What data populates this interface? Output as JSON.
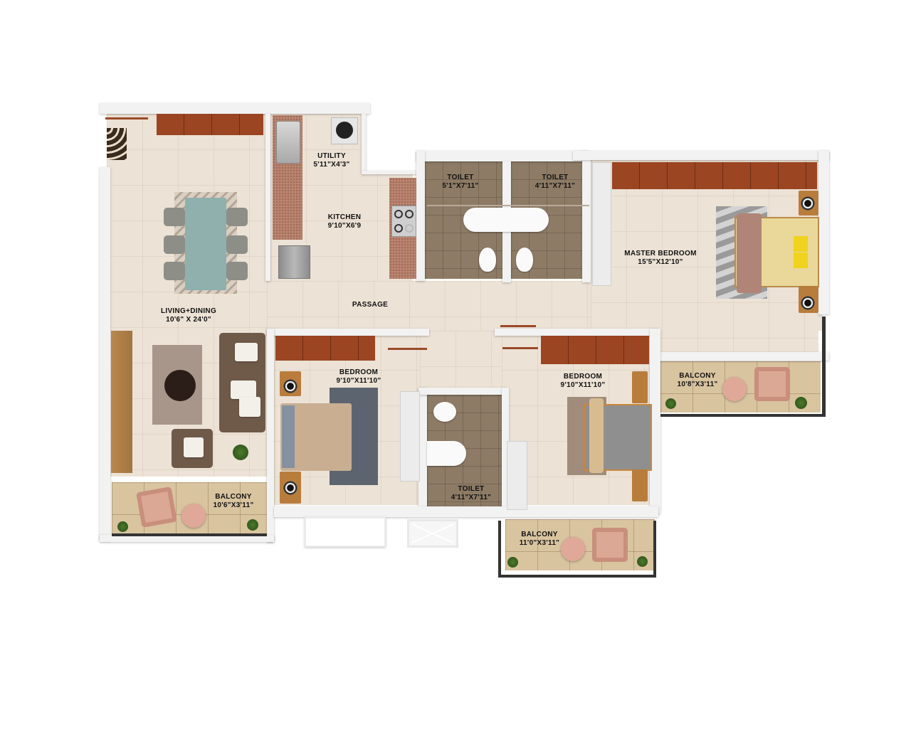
{
  "plan": {
    "type": "3BHK apartment floor plan",
    "rooms": [
      {
        "id": "living_dining",
        "name": "LIVING+DINING",
        "dimensions": "10'6\" X 24'0\""
      },
      {
        "id": "utility",
        "name": "UTILITY",
        "dimensions": "5'11\"X4'3\""
      },
      {
        "id": "kitchen",
        "name": "KITCHEN",
        "dimensions": "9'10\"X6'9"
      },
      {
        "id": "toilet_1",
        "name": "TOILET",
        "dimensions": "5'1\"X7'11\""
      },
      {
        "id": "toilet_2",
        "name": "TOILET",
        "dimensions": "4'11\"X7'11\""
      },
      {
        "id": "master_bedroom",
        "name": "MASTER BEDROOM",
        "dimensions": "15'5\"X12'10\""
      },
      {
        "id": "passage",
        "name": "PASSAGE",
        "dimensions": ""
      },
      {
        "id": "bedroom_1",
        "name": "BEDROOM",
        "dimensions": "9'10\"X11'10\""
      },
      {
        "id": "toilet_3",
        "name": "TOILET",
        "dimensions": "4'11\"X7'11\""
      },
      {
        "id": "bedroom_2",
        "name": "BEDROOM",
        "dimensions": "9'10\"X11'10\""
      },
      {
        "id": "balcony_master",
        "name": "BALCONY",
        "dimensions": "10'8\"X3'11\""
      },
      {
        "id": "balcony_living",
        "name": "BALCONY",
        "dimensions": "10'6\"X3'11\""
      },
      {
        "id": "balcony_bedroom",
        "name": "BALCONY",
        "dimensions": "11'0\"X3'11\""
      }
    ]
  },
  "colors": {
    "floor_tile": "#ece2d5",
    "toilet_tile": "#8d7b66",
    "balcony_tile": "#d9c4a0",
    "wardrobe": "#9b4522",
    "wall": "#f2f2f2",
    "counter": "#b98672"
  }
}
